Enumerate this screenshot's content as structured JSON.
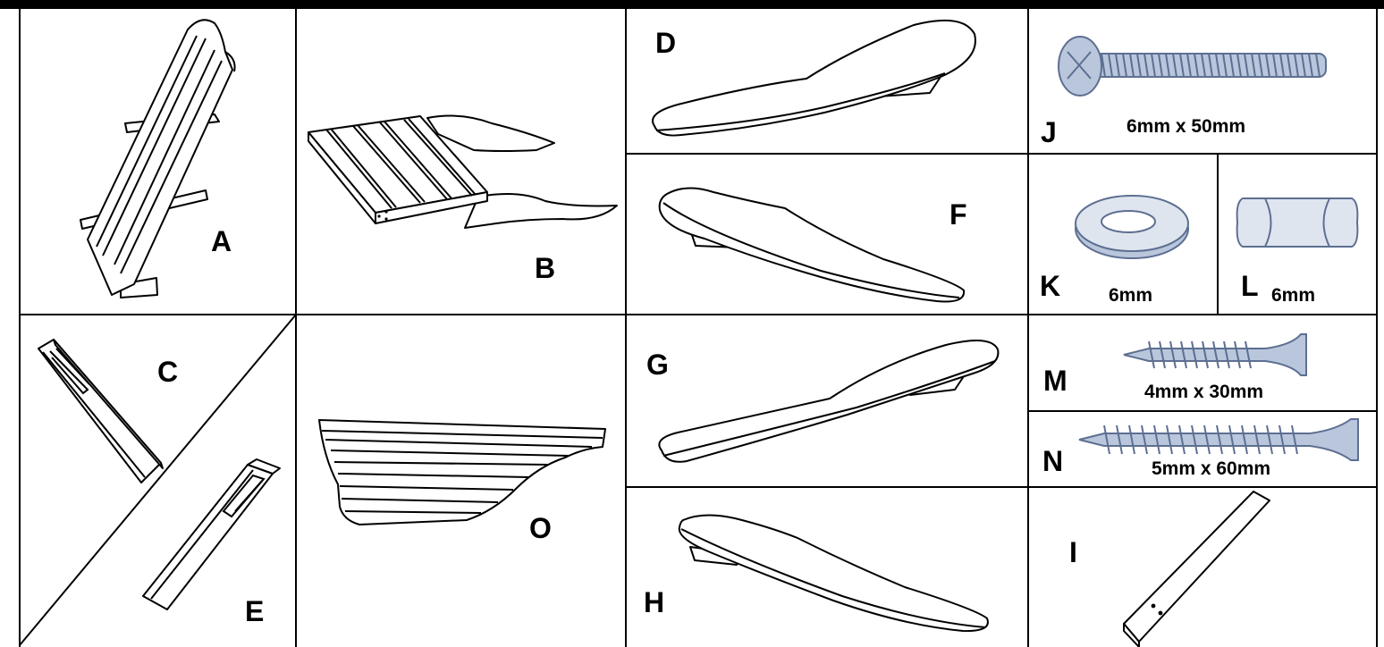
{
  "parts": {
    "A": {
      "letter": "A"
    },
    "B": {
      "letter": "B"
    },
    "C": {
      "letter": "C"
    },
    "D": {
      "letter": "D"
    },
    "E": {
      "letter": "E"
    },
    "F": {
      "letter": "F"
    },
    "G": {
      "letter": "G"
    },
    "H": {
      "letter": "H"
    },
    "I": {
      "letter": "I"
    },
    "J": {
      "letter": "J",
      "size": "6mm x 50mm"
    },
    "K": {
      "letter": "K",
      "size": "6mm"
    },
    "L": {
      "letter": "L",
      "size": "6mm"
    },
    "M": {
      "letter": "M",
      "size": "4mm x 30mm"
    },
    "N": {
      "letter": "N",
      "size": "5mm x 60mm"
    },
    "O": {
      "letter": "O"
    }
  },
  "colors": {
    "line": "#000000",
    "hardware_fill": "#b9c6dc",
    "hardware_stroke": "#5d6f91"
  }
}
